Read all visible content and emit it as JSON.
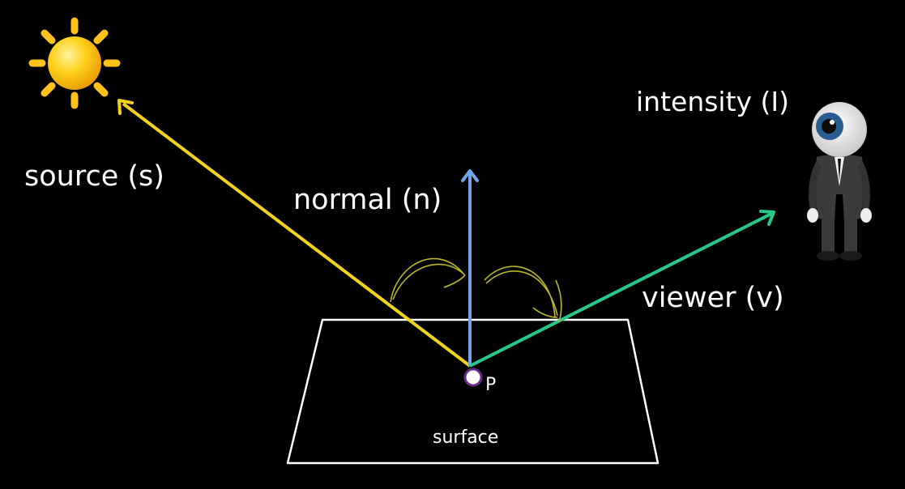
{
  "labels": {
    "source": "source (s)",
    "normal": "normal (n)",
    "viewer": "viewer (v)",
    "intensity": "intensity (I)",
    "point": "P",
    "surface": "surface"
  },
  "colors": {
    "background": "#000000",
    "source_ray": "#f2d21a",
    "normal_ray": "#6fa3ea",
    "viewer_ray": "#26c98a",
    "angle_arcs": "#b9b92a",
    "sun": "#ffc21a",
    "surface_outline": "#ffffff",
    "point_fill": "#ffffff",
    "point_ring": "#6a2a8c",
    "eye_iris": "#2a5d8f",
    "suit": "#3b3b3b"
  },
  "icons": {
    "sun": "sun-icon",
    "viewer": "eye-figure-icon"
  }
}
